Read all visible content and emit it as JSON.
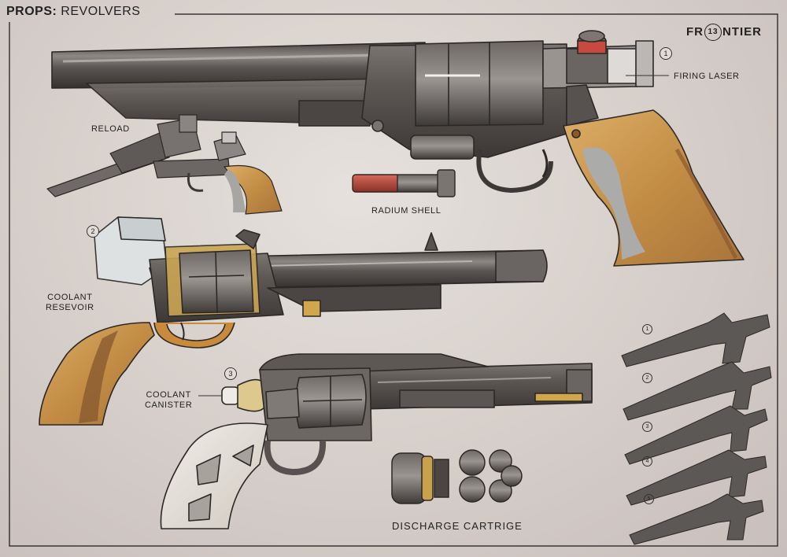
{
  "header": {
    "title_bold": "PROPS:",
    "title_rest": "REVOLVERS"
  },
  "brand": {
    "prefix": "FR",
    "number": "13",
    "suffix": "NTIER"
  },
  "labels": {
    "firing_laser": "FIRING LASER",
    "reload": "RELOAD",
    "radium_shell": "RADIUM SHELL",
    "coolant_resevoir_1": "COOLANT",
    "coolant_resevoir_2": "RESEVOIR",
    "coolant_canister_1": "COOLANT",
    "coolant_canister_2": "CANISTER",
    "discharge_cartrige": "DISCHARGE CARTRIGE"
  },
  "callouts": [
    "1",
    "2",
    "3"
  ],
  "thumbnails": [
    "1",
    "2",
    "3",
    "4",
    "5"
  ],
  "colors": {
    "grip_wood": "#c8974f",
    "grip_dark": "#8a5a2f",
    "metal": "#5f5a57",
    "metal_dark": "#3b3836",
    "metal_light": "#8c8683",
    "shell_red": "#b0473a",
    "brass": "#d8b24a",
    "ivory": "#e8e4dc"
  }
}
